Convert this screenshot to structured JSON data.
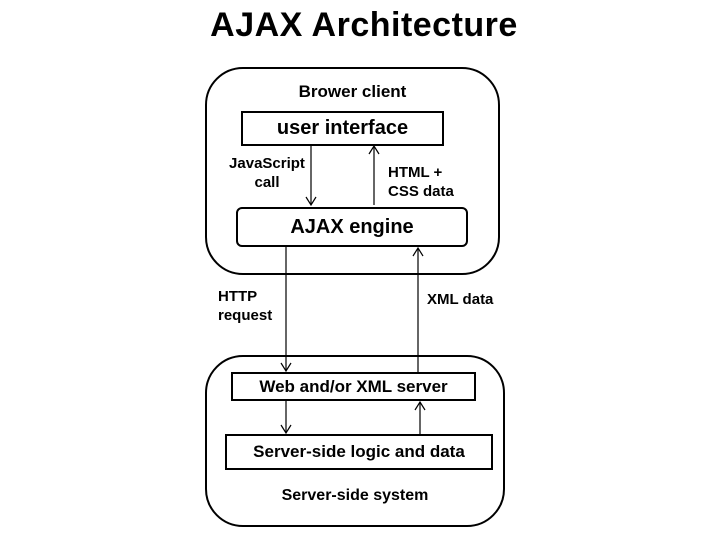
{
  "title": "AJAX Architecture",
  "client": {
    "label": "Brower client",
    "user_interface": "user interface",
    "ajax_engine": "AJAX  engine",
    "js_call_line1": "JavaScript",
    "js_call_line2": "call",
    "html_css_line1": "HTML +",
    "html_css_line2": "CSS data"
  },
  "transport": {
    "http_line1": "HTTP",
    "http_line2": "request",
    "xml_data": "XML data"
  },
  "server": {
    "label": "Server-side system",
    "web_server": "Web  and/or XML server",
    "logic": "Server-side logic and data"
  },
  "colors": {
    "stroke": "#000000",
    "background": "#ffffff"
  }
}
